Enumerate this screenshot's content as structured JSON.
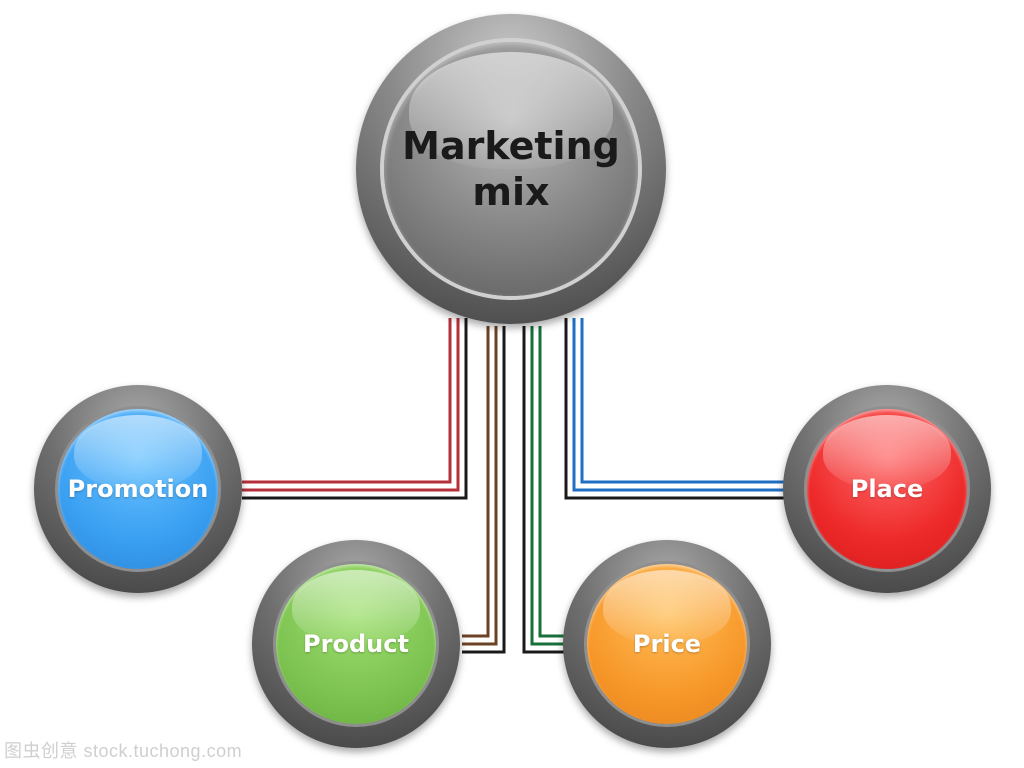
{
  "diagram": {
    "center": {
      "label": "Marketing mix"
    },
    "nodes": [
      {
        "id": "promotion",
        "label": "Promotion",
        "color": "#3aa0f2",
        "connector_color": "#b5303a"
      },
      {
        "id": "product",
        "label": "Product",
        "color": "#7ec452",
        "connector_color": "#6b4223"
      },
      {
        "id": "price",
        "label": "Price",
        "color": "#f7982a",
        "connector_color": "#17703a"
      },
      {
        "id": "place",
        "label": "Place",
        "color": "#ee2a2a",
        "connector_color": "#1f6fc4"
      }
    ]
  },
  "watermark": "图虫创意 stock.tuchong.com"
}
